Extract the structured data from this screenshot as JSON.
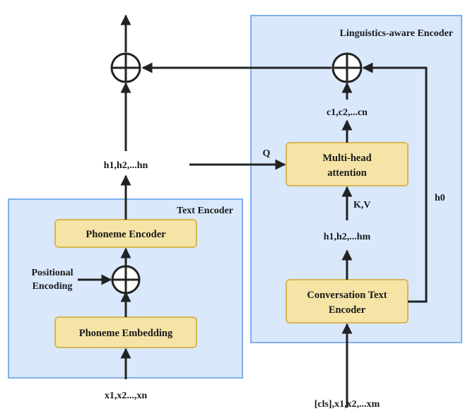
{
  "regions": {
    "text_encoder_title": "Text Encoder",
    "linguistics_encoder_title": "Linguistics-aware Encoder"
  },
  "blocks": {
    "phoneme_encoder": "Phoneme Encoder",
    "phoneme_embedding": "Phoneme Embedding",
    "multihead_line1": "Multi-head",
    "multihead_line2": "attention",
    "conv_encoder_line1": "Conversation Text",
    "conv_encoder_line2": "Encoder"
  },
  "labels": {
    "input_x": "x1,x2...,xn",
    "input_cls": "[cls],x1,x2,...xm",
    "hidden_h": "h1,h2,...hn",
    "hidden_hm": "h1,h2,...hm",
    "context_c": "c1,c2,...cn",
    "query": "Q",
    "key_value": "K,V",
    "h0": "h0",
    "positional_line1": "Positional",
    "positional_line2": "Encoding"
  },
  "colors": {
    "region_fill": "#dae8fc",
    "region_stroke": "#7eb0ea",
    "block_fill": "#f5e4a6",
    "block_stroke": "#d6b656",
    "wire": "#222222"
  }
}
